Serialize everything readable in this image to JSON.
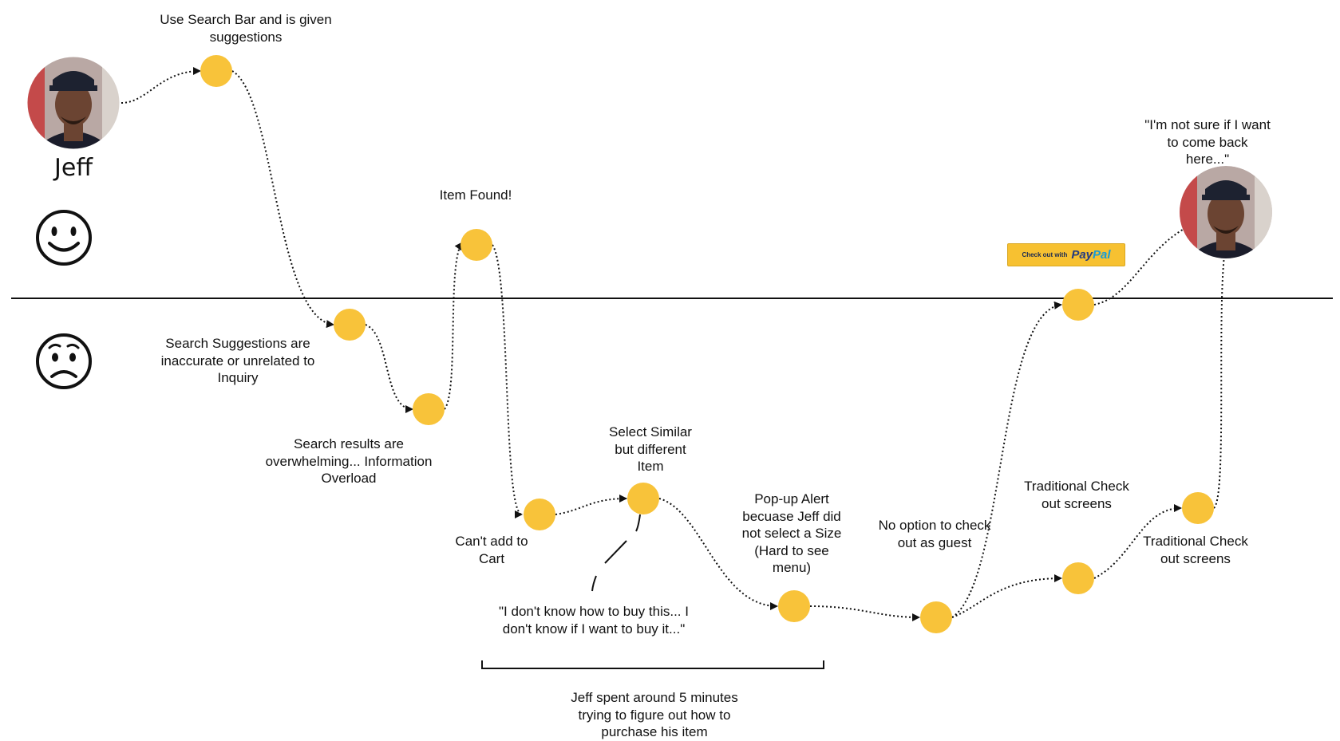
{
  "persona": {
    "name": "Jeff"
  },
  "colors": {
    "node": "#f8c33a",
    "line": "#111111",
    "paypal_button": "#f7c131",
    "paypal_text_dark": "#253b80",
    "paypal_text_light": "#179bd7"
  },
  "icons": {
    "happy": "smiling-face-icon",
    "sad": "worried-face-icon",
    "avatar": "user-avatar-icon"
  },
  "steps": [
    {
      "label": "Use Search Bar and is given\nsuggestions",
      "sentiment": "positive"
    },
    {
      "label": "Search Suggestions are\ninaccurate or unrelated to\nInquiry",
      "sentiment": "negative"
    },
    {
      "label": "Search results are\noverwhelming... Information\nOverload",
      "sentiment": "negative"
    },
    {
      "label": "Item Found!",
      "sentiment": "positive"
    },
    {
      "label": "Can't add to\nCart",
      "sentiment": "negative"
    },
    {
      "label": "Select Similar\nbut different\nItem",
      "sentiment": "negative"
    },
    {
      "label": "Pop-up Alert\nbecuase Jeff did\nnot select a Size\n(Hard to see\nmenu)",
      "sentiment": "negative"
    },
    {
      "label": "No option to check\nout as guest",
      "sentiment": "negative"
    },
    {
      "label": "",
      "sentiment": "positive"
    },
    {
      "label": "Traditional Check\nout screens",
      "sentiment": "negative"
    },
    {
      "label": "Traditional Check\nout screens",
      "sentiment": "negative"
    },
    {
      "label": "\"I'm not sure if I want to come back\nhere...\"",
      "sentiment": "positive"
    }
  ],
  "quote": "\"I don't know how to buy this... I\ndon't know if I want to buy it...\"",
  "time_note": "Jeff spent around 5 minutes\ntrying to figure out how to\npurchase his item",
  "paypal": {
    "prefix": "Check out with",
    "brand_a": "Pay",
    "brand_b": "Pal"
  }
}
